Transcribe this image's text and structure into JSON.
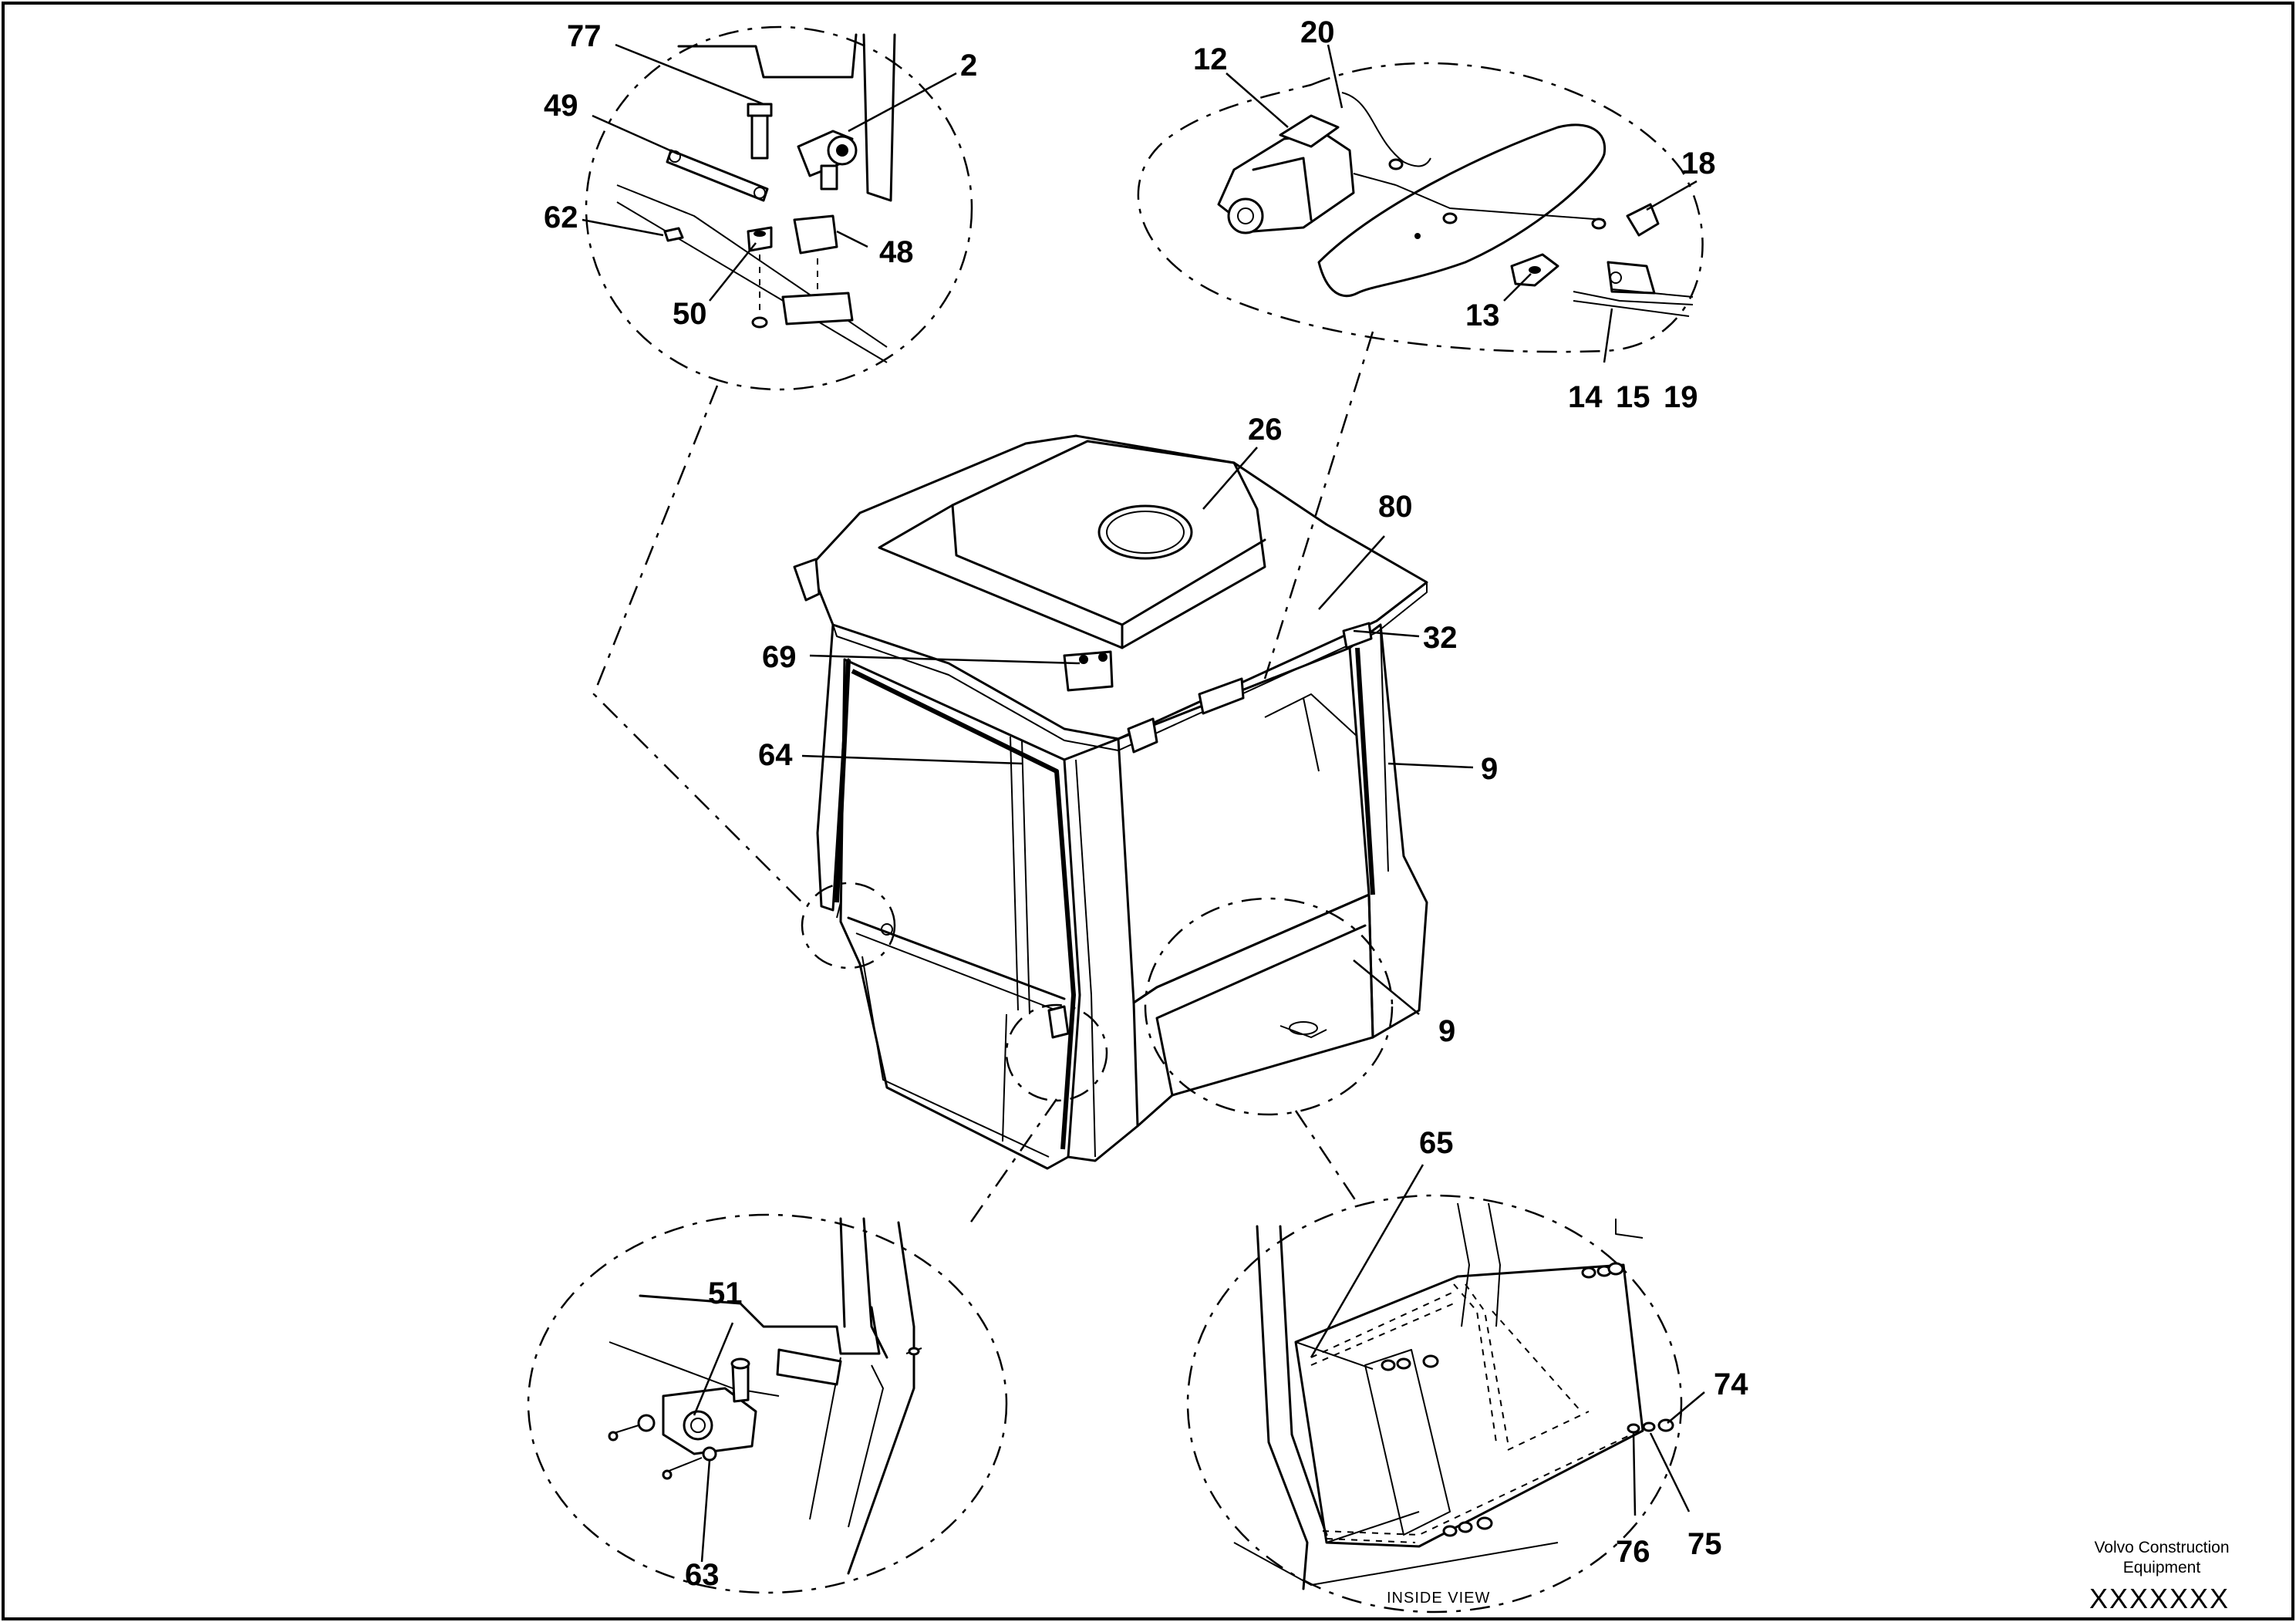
{
  "drawing": {
    "callouts": {
      "c77": "77",
      "c2": "2",
      "c49": "49",
      "c62": "62",
      "c48": "48",
      "c50": "50",
      "c12": "12",
      "c20": "20",
      "c18": "18",
      "c13": "13",
      "c14": "14",
      "c15": "15",
      "c19": "19",
      "c26": "26",
      "c80": "80",
      "c69": "69",
      "c32": "32",
      "c64": "64",
      "c9a": "9",
      "c9b": "9",
      "c65": "65",
      "c74": "74",
      "c75": "75",
      "c76": "76",
      "c51": "51",
      "c63": "63"
    },
    "inside_view_label": "INSIDE VIEW"
  },
  "footer": {
    "company": "Volvo Construction",
    "company_line2": "Equipment",
    "part_number": "XXXXXXX"
  }
}
